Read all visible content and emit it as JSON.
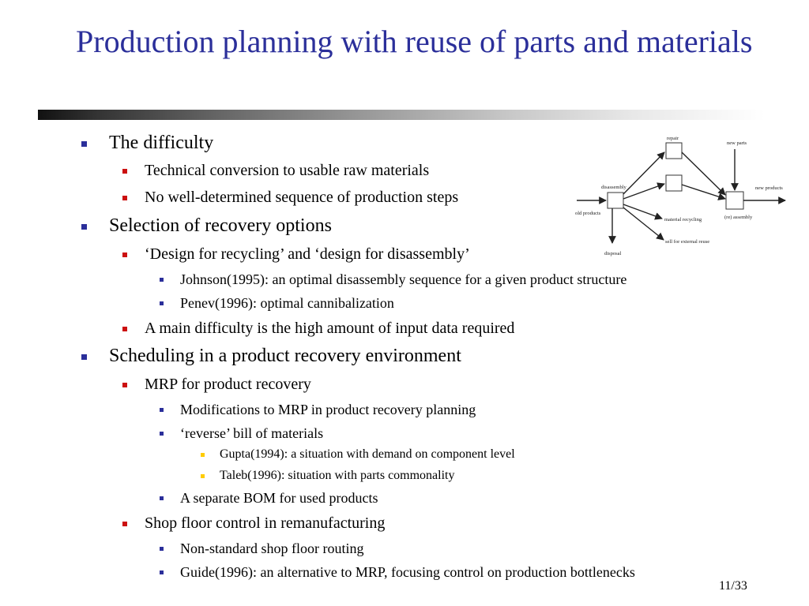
{
  "slide": {
    "title": "Production planning with reuse of parts and materials",
    "page_number": "11/33",
    "accent_color": "#2b2f9a",
    "bullet_colors": {
      "level1": "#2b2f9a",
      "level2": "#cc1010",
      "level3": "#2b2f9a",
      "level4": "#ffcc00"
    }
  },
  "items": [
    {
      "level": 1,
      "text": "The difficulty"
    },
    {
      "level": 2,
      "text": "Technical conversion to usable raw materials"
    },
    {
      "level": 2,
      "text": "No well-determined sequence of production steps"
    },
    {
      "level": 1,
      "text": "Selection of recovery options"
    },
    {
      "level": 2,
      "text": "‘Design for recycling’ and ‘design for disassembly’"
    },
    {
      "level": 3,
      "text": "Johnson(1995): an optimal disassembly sequence for a given product structure"
    },
    {
      "level": 3,
      "text": "Penev(1996): optimal cannibalization"
    },
    {
      "level": 2,
      "text": "A main difficulty is the high amount of input data required"
    },
    {
      "level": 1,
      "text": "Scheduling in a product recovery environment"
    },
    {
      "level": 2,
      "text": "MRP for product recovery"
    },
    {
      "level": 3,
      "text": "Modifications to MRP in product recovery planning"
    },
    {
      "level": 3,
      "text": "‘reverse’ bill of materials"
    },
    {
      "level": 4,
      "text": "Gupta(1994): a situation with demand on component level"
    },
    {
      "level": 4,
      "text": "Taleb(1996): situation with parts commonality"
    },
    {
      "level": 3,
      "text": "A separate BOM for used products"
    },
    {
      "level": 2,
      "text": "Shop floor control in remanufacturing"
    },
    {
      "level": 3,
      "text": "Non-standard shop floor routing"
    },
    {
      "level": 3,
      "text": "Guide(1996): an alternative to MRP, focusing control on production bottlenecks"
    }
  ],
  "diagram": {
    "labels": {
      "repair": "repair",
      "new_parts": "new parts",
      "disassembly": "disassembly",
      "new_products": "new products",
      "old_products": "old products",
      "material_recycling": "material recycling",
      "reassembly": "(re) assembly",
      "sell_external": "sell for external reuse",
      "disposal": "disposal"
    }
  }
}
